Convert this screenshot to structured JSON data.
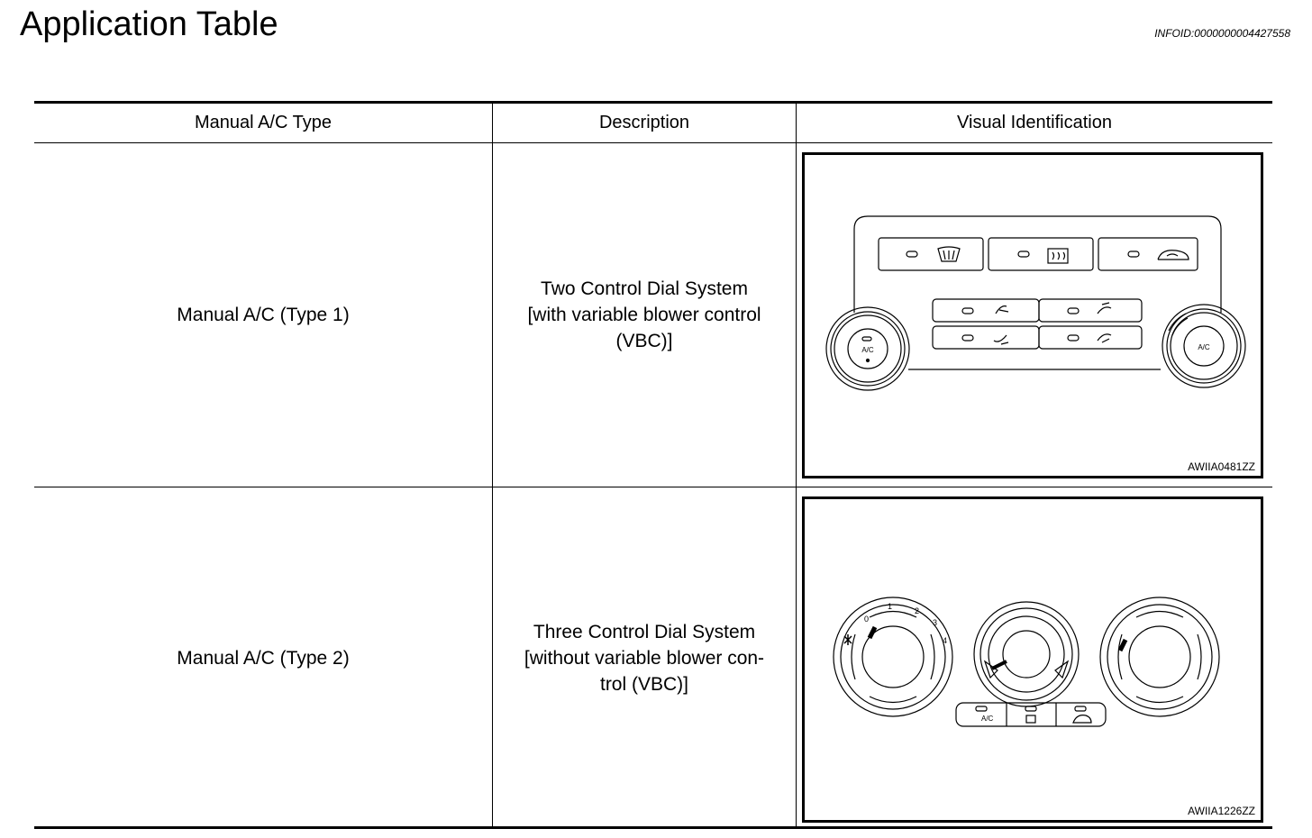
{
  "page": {
    "title": "Application Table",
    "info_id": "INFOID:0000000004427558"
  },
  "table": {
    "headers": [
      "Manual A/C Type",
      "Description",
      "Visual Identification"
    ],
    "rows": [
      {
        "type": "Manual A/C (Type 1)",
        "description_lines": [
          "Two Control Dial System",
          "[with variable blower control",
          "(VBC)]"
        ],
        "figure_code": "AWIIA0481ZZ",
        "figure_labels": {
          "ac_left": "A/C",
          "ac_right": "A/C"
        }
      },
      {
        "type": "Manual A/C (Type 2)",
        "description_lines": [
          "Three Control Dial System",
          "[without variable blower con-",
          "trol (VBC)]"
        ],
        "figure_code": "AWIIA1226ZZ",
        "figure_labels": {
          "fan_speeds": [
            "0",
            "1",
            "2",
            "3",
            "4"
          ],
          "ac_button": "A/C"
        }
      }
    ]
  }
}
